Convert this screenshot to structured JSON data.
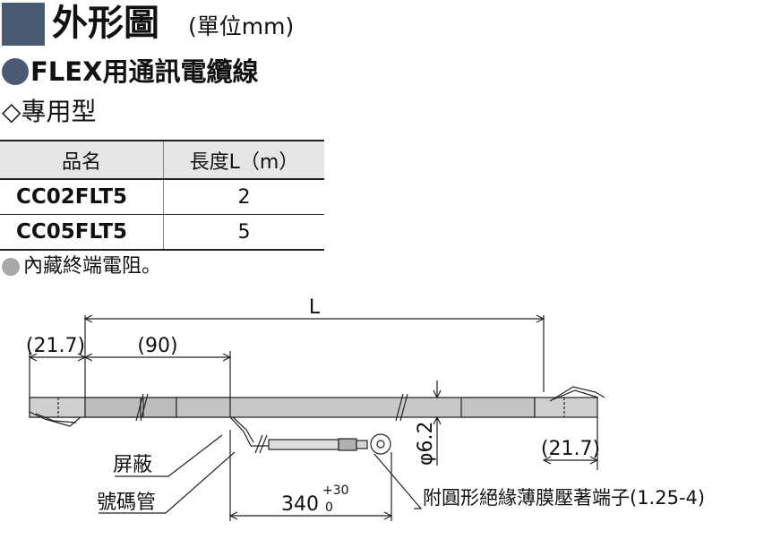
{
  "header": {
    "title": "外形圖",
    "unit": "(單位mm)"
  },
  "section": {
    "title": "FLEX用通訊電纜線",
    "subtitle": "◇專用型"
  },
  "table": {
    "columns": [
      "品名",
      "長度L（m）"
    ],
    "rows": [
      {
        "model": "CC02FLT5",
        "length": "2"
      },
      {
        "model": "CC05FLT5",
        "length": "5"
      }
    ]
  },
  "note": "內藏終端電阻。",
  "drawing": {
    "dim_L": "L",
    "dim_left_end": "(21.7)",
    "dim_left_sleeve": "(90)",
    "dim_right_end": "(21.7)",
    "dim_branch": "340",
    "dim_branch_tol_upper": "+30",
    "dim_branch_tol_lower": "0",
    "dim_diameter": "φ6.2",
    "label_shield": "屏蔽",
    "label_code_tube": "號碼管",
    "label_terminal": "附圓形絕緣薄膜壓著端子(1.25-4)"
  },
  "colors": {
    "title_accent": "#4a5a73",
    "note_dot": "#a8a8a8",
    "cable_fill": "#c8c8c8"
  }
}
